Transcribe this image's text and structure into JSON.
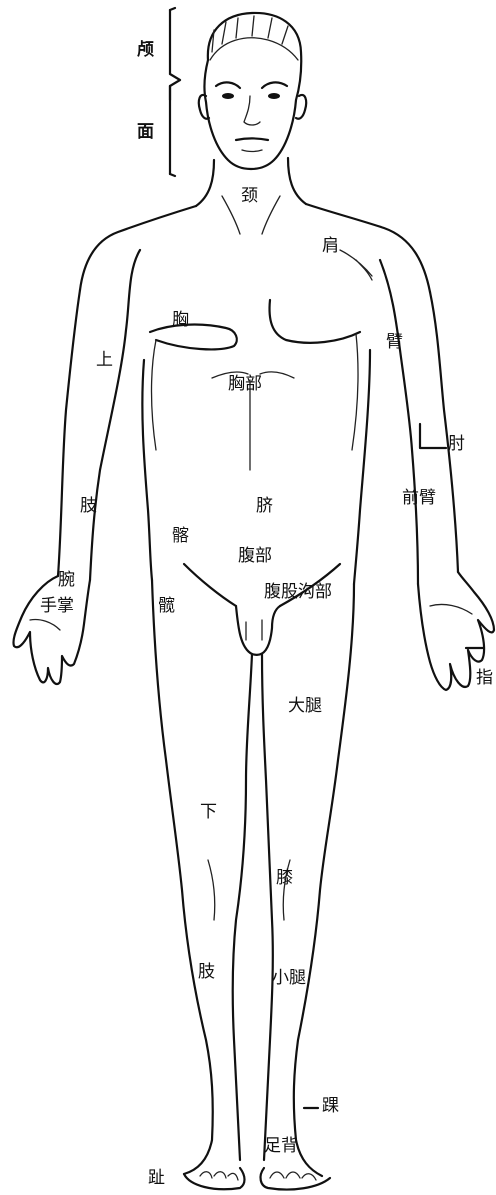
{
  "labels": {
    "lu": "颅",
    "mian": "面",
    "jing": "颈",
    "jian": "肩",
    "xiong": "胸",
    "xiongbu": "胸部",
    "bi": "臂",
    "zhou": "肘",
    "qianbi": "前臂",
    "shang": "上",
    "zhi_upper": "肢",
    "qi": "脐",
    "qia": "髂",
    "fubu": "腹部",
    "fugugoubu": "腹股沟部",
    "wan": "腕",
    "shouzhang": "手掌",
    "kuan": "髋",
    "zhi_finger": "指",
    "datui": "大腿",
    "xia": "下",
    "xi": "膝",
    "zhi_lower": "肢",
    "xiaotui": "小腿",
    "huai": "踝",
    "zubei": "足背",
    "zhi_toe": "趾"
  }
}
